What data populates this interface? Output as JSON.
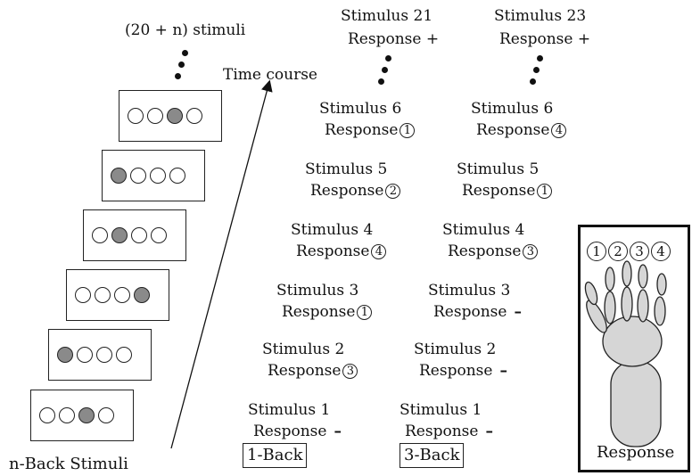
{
  "left": {
    "count_label": "(20 + n) stimuli",
    "time_course_label": "Time course",
    "caption": "n-Back Stimuli",
    "stimuli": [
      {
        "filled_index": 2
      },
      {
        "filled_index": 0
      },
      {
        "filled_index": 1
      },
      {
        "filled_index": 3
      },
      {
        "filled_index": 0
      },
      {
        "filled_index": 2
      }
    ]
  },
  "one_back": {
    "label": "1-Back",
    "top_stimulus": "Stimulus 21",
    "top_response": "Response +",
    "rows": [
      {
        "stimulus": "Stimulus 6",
        "response": "Response",
        "mark": "1"
      },
      {
        "stimulus": "Stimulus 5",
        "response": "Response",
        "mark": "2"
      },
      {
        "stimulus": "Stimulus 4",
        "response": "Response",
        "mark": "4"
      },
      {
        "stimulus": "Stimulus 3",
        "response": "Response",
        "mark": "1"
      },
      {
        "stimulus": "Stimulus 2",
        "response": "Response",
        "mark": "3"
      },
      {
        "stimulus": "Stimulus 1",
        "response": "Response",
        "mark": "–"
      }
    ]
  },
  "three_back": {
    "label": "3-Back",
    "top_stimulus": "Stimulus 23",
    "top_response": "Response +",
    "rows": [
      {
        "stimulus": "Stimulus 6",
        "response": "Response",
        "mark": "4"
      },
      {
        "stimulus": "Stimulus 5",
        "response": "Response",
        "mark": "1"
      },
      {
        "stimulus": "Stimulus 4",
        "response": "Response",
        "mark": "3"
      },
      {
        "stimulus": "Stimulus 3",
        "response": "Response",
        "mark": "–"
      },
      {
        "stimulus": "Stimulus 2",
        "response": "Response",
        "mark": "–"
      },
      {
        "stimulus": "Stimulus 1",
        "response": "Response",
        "mark": "–"
      }
    ]
  },
  "response_panel": {
    "label": "Response",
    "buttons": [
      "1",
      "2",
      "3",
      "4"
    ]
  },
  "colors": {
    "filled_circle": "#8a8a8a",
    "hand_fill": "#d6d6d6"
  }
}
